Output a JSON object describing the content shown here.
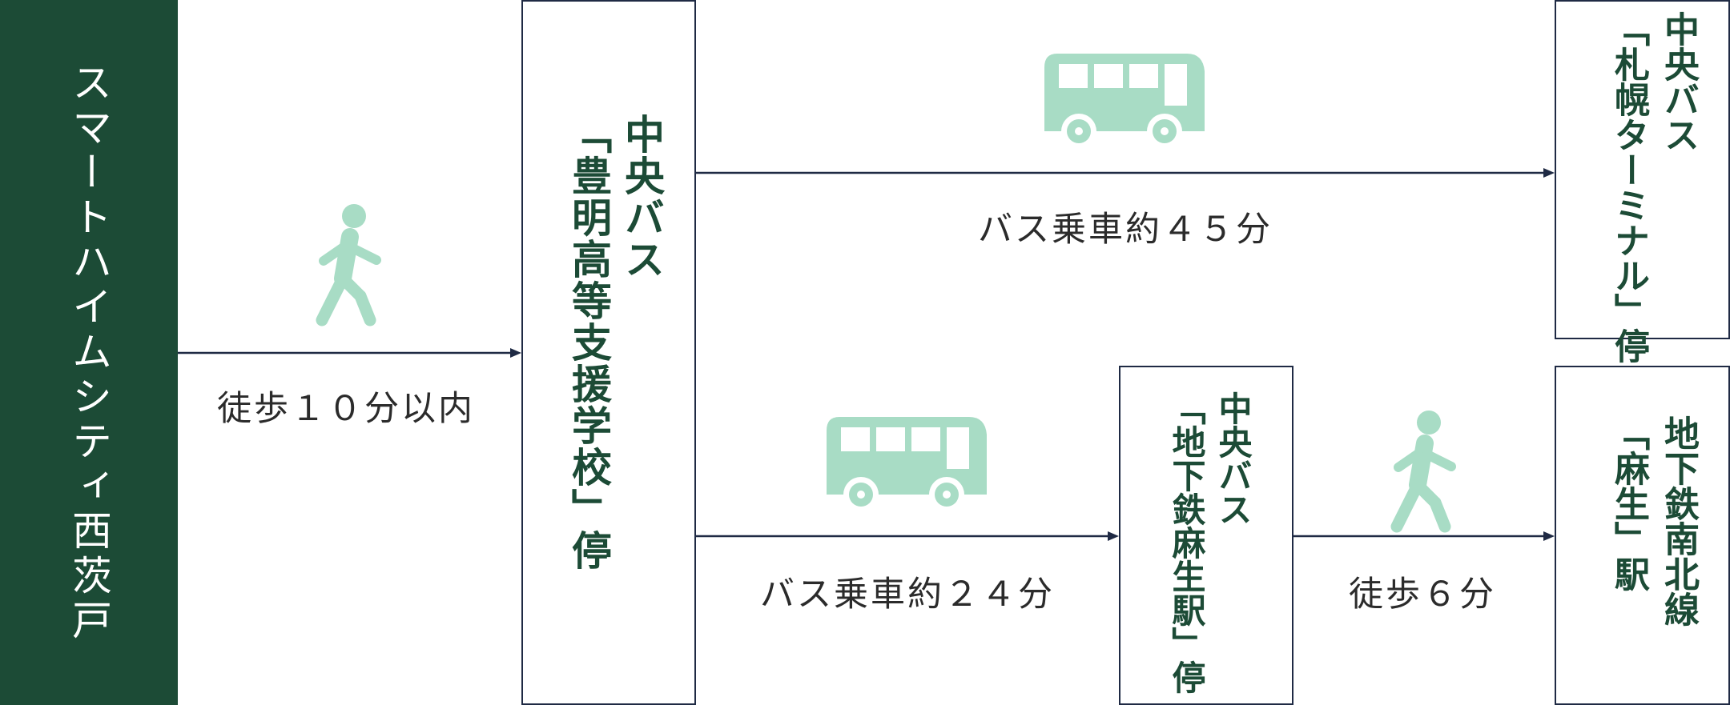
{
  "origin": {
    "label": "スマートハイムシティ西茨戸"
  },
  "stops": {
    "toyoake": {
      "line1": "中央バス",
      "line2": "「豊明高等支援学校」停"
    },
    "sapporo": {
      "line1": "中央バス",
      "line2": "「札幌ターミナル」停"
    },
    "asabu_bus": {
      "line1": "中央バス",
      "line2": "「地下鉄麻生駅」停"
    },
    "asabu_station": {
      "line1": "地下鉄南北線",
      "line2": "「麻生」駅"
    }
  },
  "routes": {
    "walk_to_stop": "徒歩１０分以内",
    "bus_to_sapporo": "バス乗車約４５分",
    "bus_to_asabu": "バス乗車約２４分",
    "walk_to_station": "徒歩６分"
  },
  "icons": {
    "walk_1": "walking-person-icon",
    "bus_1": "bus-icon",
    "bus_2": "bus-icon",
    "walk_2": "walking-person-icon"
  },
  "colors": {
    "origin_bg": "#1c4b36",
    "stop_text": "#1c4b36",
    "icon": "#a8dcc5",
    "line": "#1f2a44"
  }
}
